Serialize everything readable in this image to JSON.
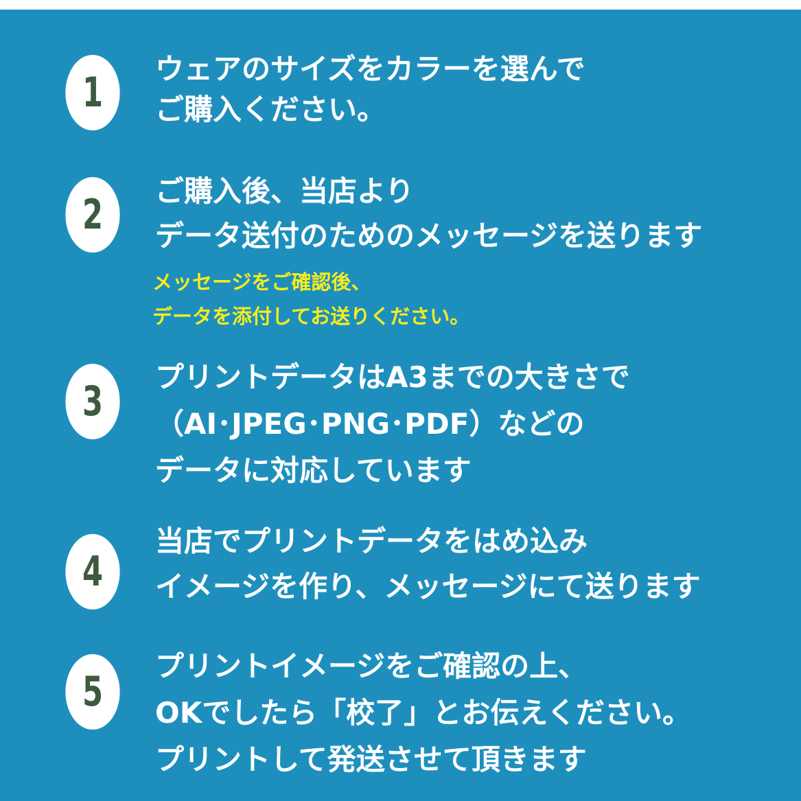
{
  "steps": [
    {
      "number": "1",
      "lines": [
        "ウェアのサイズをカラーを選んで",
        "ご購入ください。"
      ]
    },
    {
      "number": "2",
      "lines": [
        "ご購入後、当店より",
        "データ送付のためのメッセージを送ります"
      ],
      "note": [
        "メッセージをご確認後、",
        "データを添付してお送りください。"
      ]
    },
    {
      "number": "3",
      "lines": [
        "プリントデータはA3までの大きさで",
        "（AI･JPEG･PNG･PDF）などの",
        "データに対応しています"
      ]
    },
    {
      "number": "4",
      "lines": [
        "当店でプリントデータをはめ込み",
        "イメージを作り、メッセージにて送ります"
      ]
    },
    {
      "number": "5",
      "lines": [
        "プリントイメージをご確認の上、",
        "OKでしたら「校了」とお伝えください。",
        "プリントして発送させて頂きます"
      ]
    }
  ],
  "colors": {
    "background": "#1e8fbd",
    "text": "#ffffff",
    "note": "#f7ec1f",
    "number": "#3d5a3f",
    "circle": "#ffffff"
  }
}
